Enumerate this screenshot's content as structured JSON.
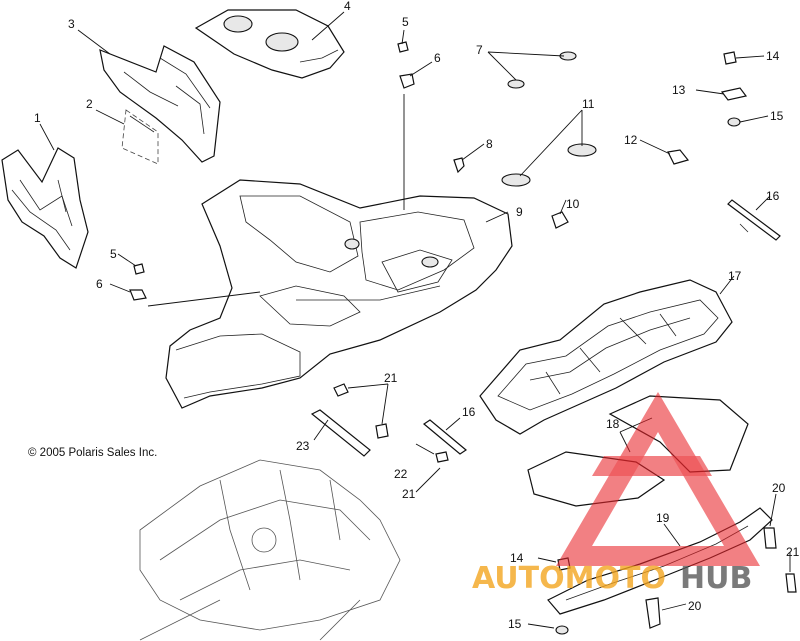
{
  "copyright": "© 2005 Polaris Sales Inc.",
  "callouts": [
    {
      "id": "c1",
      "label": "1"
    },
    {
      "id": "c2",
      "label": "2"
    },
    {
      "id": "c3",
      "label": "3"
    },
    {
      "id": "c4",
      "label": "4"
    },
    {
      "id": "c5a",
      "label": "5"
    },
    {
      "id": "c5b",
      "label": "5"
    },
    {
      "id": "c6a",
      "label": "6"
    },
    {
      "id": "c6b",
      "label": "6"
    },
    {
      "id": "c7",
      "label": "7"
    },
    {
      "id": "c8",
      "label": "8"
    },
    {
      "id": "c9",
      "label": "9"
    },
    {
      "id": "c10",
      "label": "10"
    },
    {
      "id": "c11",
      "label": "11"
    },
    {
      "id": "c12",
      "label": "12"
    },
    {
      "id": "c13",
      "label": "13"
    },
    {
      "id": "c14a",
      "label": "14"
    },
    {
      "id": "c14b",
      "label": "14"
    },
    {
      "id": "c15a",
      "label": "15"
    },
    {
      "id": "c15b",
      "label": "15"
    },
    {
      "id": "c16a",
      "label": "16"
    },
    {
      "id": "c16b",
      "label": "16"
    },
    {
      "id": "c17",
      "label": "17"
    },
    {
      "id": "c18",
      "label": "18"
    },
    {
      "id": "c19",
      "label": "19"
    },
    {
      "id": "c20a",
      "label": "20"
    },
    {
      "id": "c20b",
      "label": "20"
    },
    {
      "id": "c21a",
      "label": "21"
    },
    {
      "id": "c21b",
      "label": "21"
    },
    {
      "id": "c21c",
      "label": "21"
    },
    {
      "id": "c22",
      "label": "22"
    },
    {
      "id": "c23",
      "label": "23"
    }
  ],
  "watermark": {
    "brand_a": "AUTOMOTO",
    "brand_b": "HUB",
    "color_accent": "#e8262b",
    "color_gold": "#f3a31b",
    "color_dark": "#555555"
  }
}
